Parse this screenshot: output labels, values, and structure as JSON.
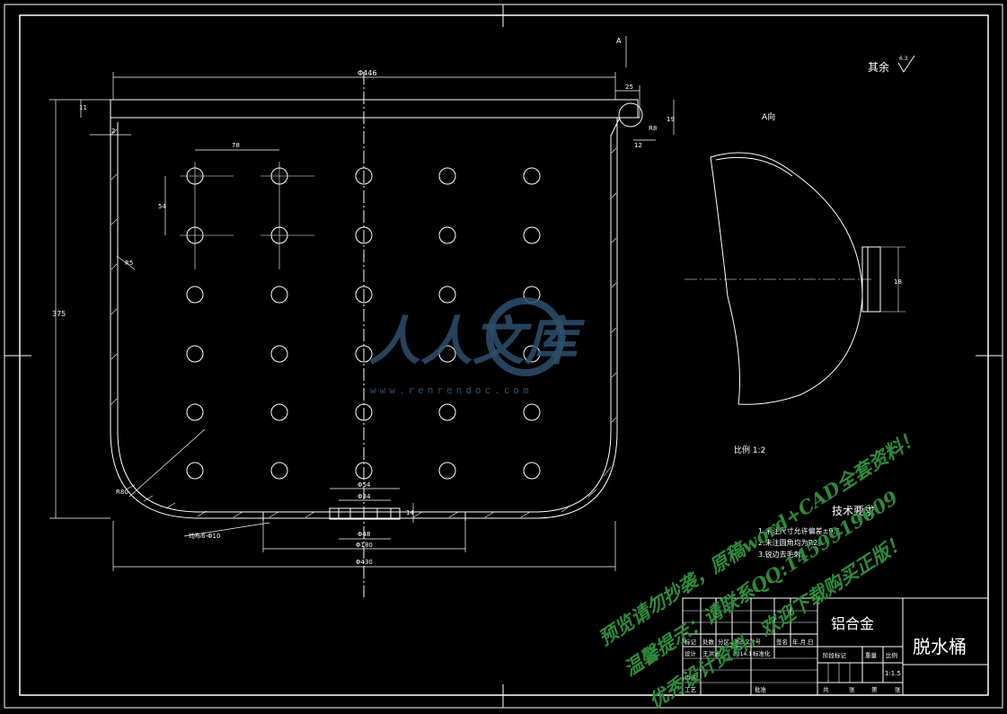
{
  "drawing": {
    "title_part": "脱水桶",
    "material": "铝合金",
    "scale_value": "1:1.5",
    "surface_rest_label": "其余",
    "surface_rest_value": "6.3",
    "view_a_label": "A向",
    "view_a_scale": "比例 1:2",
    "section_mark": "A",
    "tech_req_title": "技术要求",
    "tech_req_items": [
      "1.未注尺寸允许偏差±0.5。",
      "2.未注圆角均为R2。",
      "3.锐边去毛刺。"
    ]
  },
  "dimensions": {
    "top_width": "Φ446",
    "flange_h": "11",
    "wall": "2",
    "lip_w": "25",
    "lip_small": "12",
    "lip_h": "19",
    "lip_r": "R8",
    "hole_pitch_x": "78",
    "hole_pitch_y": "54",
    "height": "375",
    "wall_r": "R5",
    "corner_r": "R80",
    "bottom_hole_label": "均布6-Φ10",
    "hub_d1": "Φ54",
    "hub_d2": "Φ34",
    "hub_d3": "Φ48",
    "hub_d4": "Φ180",
    "bottom_d": "Φ430",
    "hub_h": "14",
    "view_a_dim": "18"
  },
  "title_block": {
    "row_headers": [
      "标记",
      "处数",
      "分区",
      "更改文件号",
      "签名",
      "年.月.日"
    ],
    "design_label": "设计",
    "designer": "王洪波",
    "design_date": "2014.1",
    "std_label": "标准化",
    "review_label": "审核",
    "process_label": "工艺",
    "approve_label": "批准",
    "stage_label": "阶段标记",
    "weight_label": "重量",
    "scale_label": "比例",
    "sheets_total": "共",
    "sheets_unit": "张",
    "sheet_no": "第",
    "sheet_unit": "张"
  },
  "watermark": {
    "logo_text": "人人文库",
    "url": "www.renrendoc.com",
    "line1": "预览请勿抄袭，原稿word+CAD全套资料！",
    "line2": "温馨提示：请联系QQ:1459919609",
    "line3": "优秀设计资料，欢迎下载购买正版！"
  }
}
